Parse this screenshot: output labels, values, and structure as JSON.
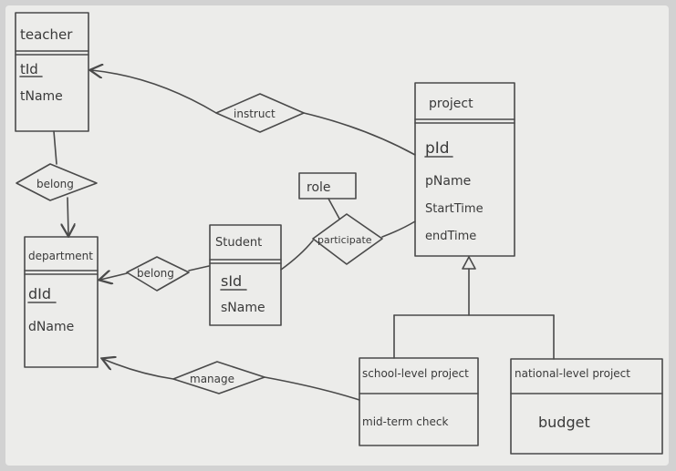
{
  "entities": {
    "teacher": {
      "title": "teacher",
      "attributes": [
        "tId",
        "tName"
      ]
    },
    "project": {
      "title": "project",
      "attributes": [
        "pId",
        "pName",
        "StartTime",
        "endTime"
      ]
    },
    "department": {
      "title": "department",
      "attributes": [
        "dId",
        "dName"
      ]
    },
    "student": {
      "title": "Student",
      "attributes": [
        "sId",
        "sName"
      ]
    },
    "school_project": {
      "title": "school-level project",
      "attributes": [
        "mid-term check"
      ]
    },
    "national_project": {
      "title": "national-level project",
      "attributes": [
        "budget"
      ]
    }
  },
  "relationships": {
    "instruct": "instruct",
    "belong_teacher": "belong",
    "belong_student": "belong",
    "participate": "participate",
    "manage": "manage"
  },
  "relationship_attribute": {
    "role": "role"
  },
  "colors": {
    "ink": "#3a3a3a",
    "paper": "#ececea",
    "border": "#d2d2d2"
  }
}
